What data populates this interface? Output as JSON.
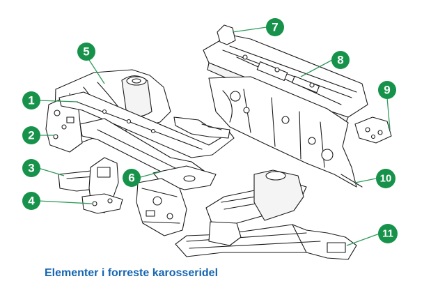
{
  "caption": "Elementer i forreste karosseridel",
  "colors": {
    "badge": "#16924a",
    "leader": "#2f9a5a",
    "caption": "#1565b0",
    "ink": "#1a1a1a"
  },
  "callouts": [
    {
      "number": "1"
    },
    {
      "number": "2"
    },
    {
      "number": "3"
    },
    {
      "number": "4"
    },
    {
      "number": "5"
    },
    {
      "number": "6"
    },
    {
      "number": "7"
    },
    {
      "number": "8"
    },
    {
      "number": "9"
    },
    {
      "number": "10"
    },
    {
      "number": "11"
    }
  ]
}
